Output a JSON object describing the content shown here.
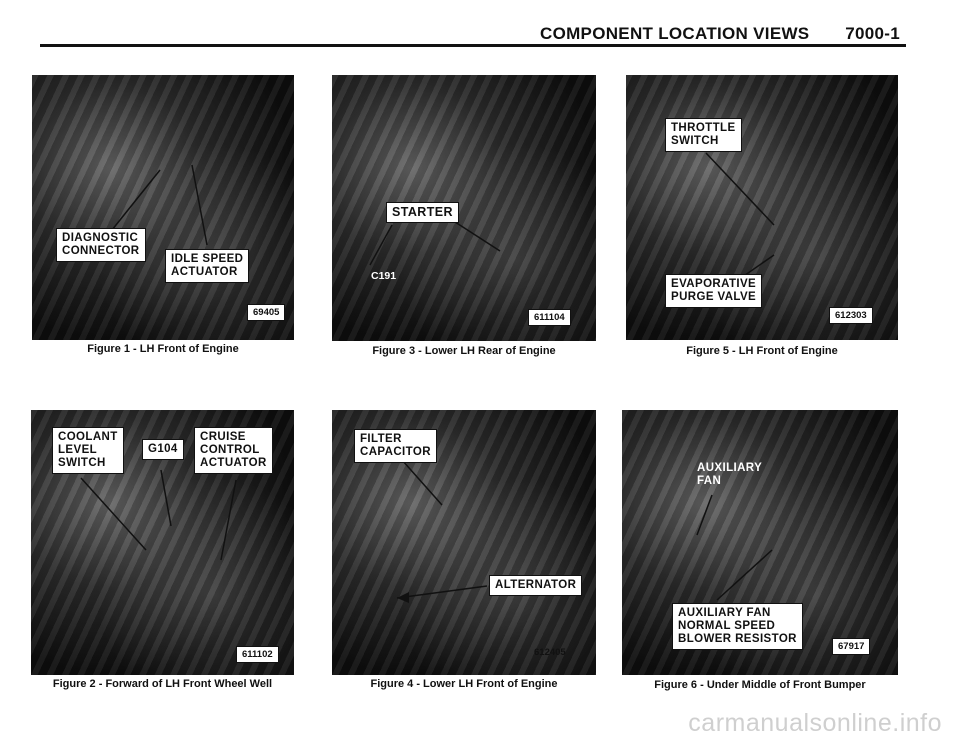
{
  "header": {
    "title": "COMPONENT LOCATION VIEWS",
    "page": "7000-1"
  },
  "figures": [
    {
      "caption": "Figure 1 - LH Front of Engine",
      "labels": [
        "DIAGNOSTIC\nCONNECTOR",
        "IDLE SPEED\nACTUATOR"
      ],
      "photo_number": "69405"
    },
    {
      "caption": "Figure 3 - Lower LH Rear of Engine",
      "labels": [
        "STARTER",
        "C191"
      ],
      "photo_number": "611104"
    },
    {
      "caption": "Figure 5 - LH Front of Engine",
      "labels": [
        "THROTTLE\nSWITCH",
        "EVAPORATIVE\nPURGE VALVE"
      ],
      "photo_number": "612303"
    },
    {
      "caption": "Figure 2 - Forward of LH Front Wheel Well",
      "labels": [
        "COOLANT\nLEVEL\nSWITCH",
        "G104",
        "CRUISE\nCONTROL\nACTUATOR"
      ],
      "photo_number": "611102"
    },
    {
      "caption": "Figure 4 - Lower LH Front of Engine",
      "labels": [
        "FILTER\nCAPACITOR",
        "ALTERNATOR"
      ],
      "photo_number": "612405"
    },
    {
      "caption": "Figure 6 - Under Middle of Front Bumper",
      "labels": [
        "AUXILIARY\nFAN",
        "AUXILIARY FAN\nNORMAL SPEED\nBLOWER RESISTOR"
      ],
      "photo_number": "67917"
    }
  ],
  "watermark": "carmanualsonline.info"
}
